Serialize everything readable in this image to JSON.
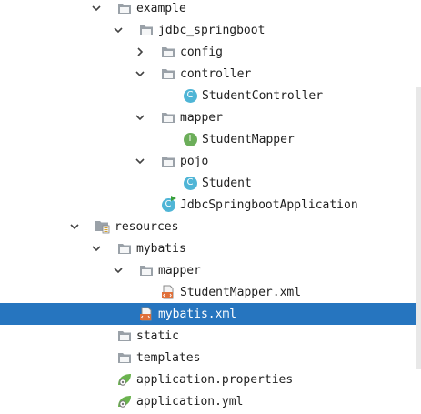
{
  "tree": {
    "items": [
      {
        "label": "example",
        "depth": 0,
        "expanded": true,
        "icon": "folder-icon",
        "name": "tree-node-example"
      },
      {
        "label": "jdbc_springboot",
        "depth": 1,
        "expanded": true,
        "icon": "folder-icon",
        "name": "tree-node-jdbc-springboot"
      },
      {
        "label": "config",
        "depth": 2,
        "expanded": false,
        "icon": "folder-icon",
        "name": "tree-node-config"
      },
      {
        "label": "controller",
        "depth": 2,
        "expanded": true,
        "icon": "folder-icon",
        "name": "tree-node-controller"
      },
      {
        "label": "StudentController",
        "depth": 3,
        "expanded": null,
        "icon": "class-icon",
        "name": "tree-node-student-controller"
      },
      {
        "label": "mapper",
        "depth": 2,
        "expanded": true,
        "icon": "folder-icon",
        "name": "tree-node-mapper-package"
      },
      {
        "label": "StudentMapper",
        "depth": 3,
        "expanded": null,
        "icon": "interface-icon",
        "name": "tree-node-student-mapper"
      },
      {
        "label": "pojo",
        "depth": 2,
        "expanded": true,
        "icon": "folder-icon",
        "name": "tree-node-pojo"
      },
      {
        "label": "Student",
        "depth": 3,
        "expanded": null,
        "icon": "class-icon",
        "name": "tree-node-student"
      },
      {
        "label": "JdbcSpringbootApplication",
        "depth": 2,
        "expanded": null,
        "icon": "spring-boot-class-icon",
        "name": "tree-node-application-class"
      },
      {
        "label": "resources",
        "depth": -1,
        "expanded": true,
        "icon": "resources-folder-icon",
        "name": "tree-node-resources"
      },
      {
        "label": "mybatis",
        "depth": 0,
        "expanded": true,
        "icon": "folder-icon",
        "name": "tree-node-mybatis"
      },
      {
        "label": "mapper",
        "depth": 1,
        "expanded": true,
        "icon": "folder-icon",
        "name": "tree-node-mapper-folder"
      },
      {
        "label": "StudentMapper.xml",
        "depth": 2,
        "expanded": null,
        "icon": "xml-file-icon",
        "name": "tree-node-student-mapper-xml"
      },
      {
        "label": "mybatis.xml",
        "depth": 1,
        "expanded": null,
        "icon": "xml-file-icon",
        "selected": true,
        "name": "tree-node-mybatis-xml"
      },
      {
        "label": "static",
        "depth": 0,
        "expanded": null,
        "icon": "folder-icon",
        "name": "tree-node-static"
      },
      {
        "label": "templates",
        "depth": 0,
        "expanded": null,
        "icon": "folder-icon",
        "name": "tree-node-templates"
      },
      {
        "label": "application.properties",
        "depth": 0,
        "expanded": null,
        "icon": "spring-config-icon",
        "name": "tree-node-application-properties"
      },
      {
        "label": "application.yml",
        "depth": 0,
        "expanded": null,
        "icon": "spring-config-icon",
        "name": "tree-node-application-yml"
      }
    ]
  },
  "colors": {
    "selection": "#2675bf",
    "folder": "#9aa1a8",
    "class_badge": "#4fb5d6",
    "interface_badge": "#6cae5a",
    "xml_badge": "#e0703a",
    "spring_leaf": "#6bb34f"
  }
}
